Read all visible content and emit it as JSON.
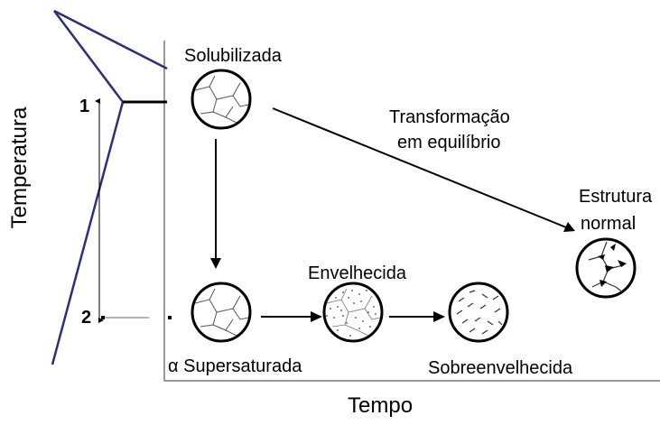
{
  "labels": {
    "solubilizada": "Solubilizada",
    "transformacao": "Transformação",
    "em_equilibrio": "em equilíbrio",
    "estrutura": "Estrutura",
    "normal": "normal",
    "envelhecida": "Envelhecida",
    "supersaturada": "α Supersaturada",
    "sobreenvelhecida": "Sobreenvelhecida",
    "x_axis": "Tempo",
    "y_axis": "Temperatura",
    "point_1": "1",
    "point_2": "2"
  },
  "colors": {
    "profile_line": "#2e2e7a",
    "ink": "#000000"
  }
}
